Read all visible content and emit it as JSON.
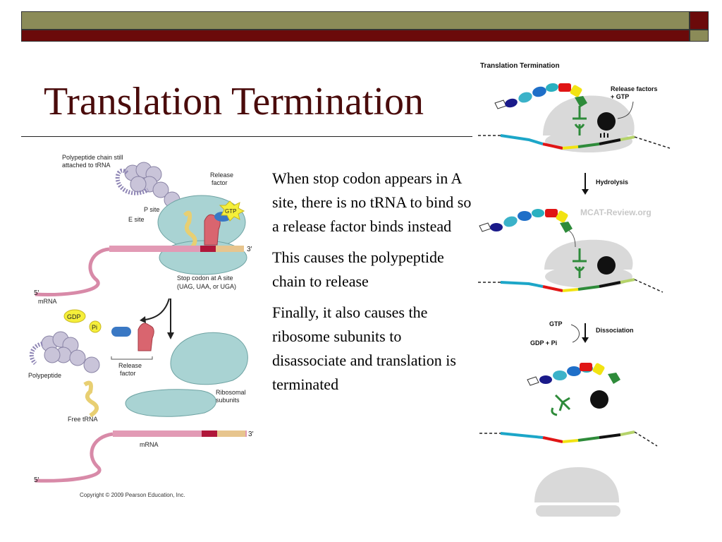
{
  "slide": {
    "title": "Translation Termination",
    "bullets": [
      "When stop codon appears in A site, there is no tRNA to bind so a release factor binds instead",
      "This causes the polypeptide chain to release",
      "Finally, it also causes the ribosome subunits to disassociate and translation is terminated"
    ]
  },
  "theme": {
    "band_olive": "#8b8b58",
    "band_maroon": "#6b0a0a",
    "title_color": "#4a0b0b"
  },
  "left_figure": {
    "label_polypeptide_still": "Polypeptide chain still",
    "label_attached_trna": "attached to tRNA",
    "label_release": "Release",
    "label_factor": "factor",
    "label_gtp": "GTP",
    "label_p_site": "P site",
    "label_e_site": "E site",
    "label_3prime": "3′",
    "label_5prime": "5′",
    "label_mrna": "mRNA",
    "label_stop_codon": "Stop codon at A site",
    "label_stop_codons_list": "(UAG, UAA, or UGA)",
    "label_gdp": "GDP",
    "label_pi": "Pi",
    "label_polypeptide": "Polypeptide",
    "label_release2": "Release",
    "label_factor2": "factor",
    "label_ribosomal": "Ribosomal",
    "label_subunits": "subunits",
    "label_free_trna": "Free tRNA",
    "label_mrna2": "mRNA",
    "copyright": "Copyright © 2009 Pearson Education, Inc."
  },
  "right_figure": {
    "heading": "Translation Termination",
    "label_release_factors": "Release factors",
    "label_plus_gtp": "+ GTP",
    "label_hydrolysis": "Hydrolysis",
    "watermark": "MCAT-Review.org",
    "label_gtp": "GTP",
    "label_gdp_pi": "GDP + Pi",
    "label_dissociation": "Dissociation"
  }
}
